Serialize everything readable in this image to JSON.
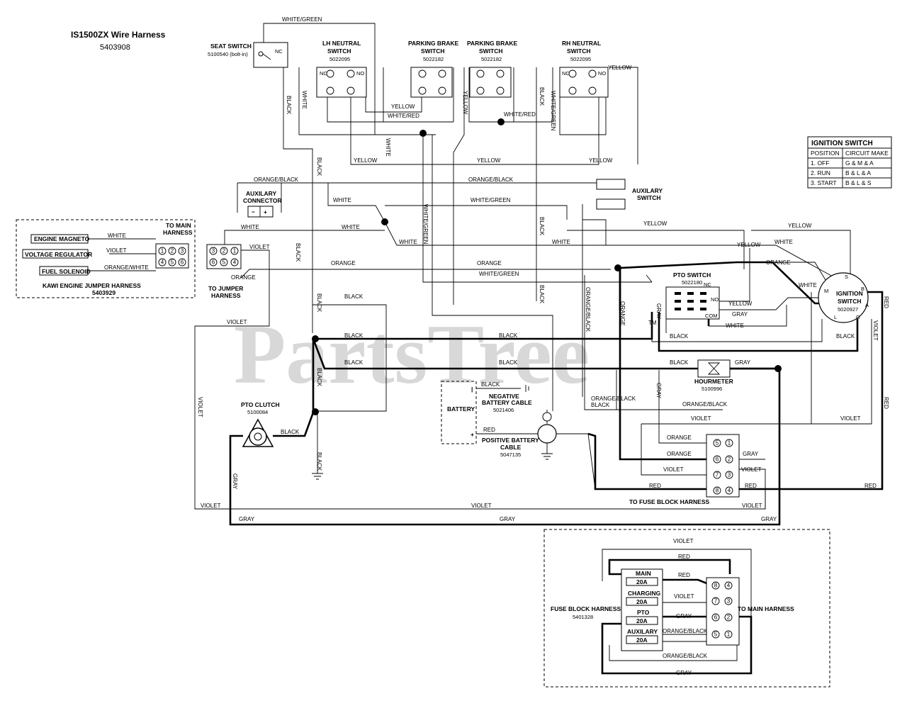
{
  "title": "IS1500ZX Wire Harness",
  "part_number": "5403908",
  "watermark": "PartsTree",
  "watermark_tm": "TM",
  "components": {
    "seat_switch": {
      "name": "SEAT SWITCH",
      "part": "5100540 (bolt-in)",
      "contact": "NC"
    },
    "lh_neutral": {
      "name1": "LH NEUTRAL",
      "name2": "SWITCH",
      "part": "5022095"
    },
    "parking_brake_1": {
      "name1": "PARKING BRAKE",
      "name2": "SWITCH",
      "part": "5022182"
    },
    "parking_brake_2": {
      "name1": "PARKING BRAKE",
      "name2": "SWITCH",
      "part": "5022182"
    },
    "rh_neutral": {
      "name1": "RH NEUTRAL",
      "name2": "SWITCH",
      "part": "5022095"
    },
    "aux_connector": {
      "name1": "AUXILARY",
      "name2": "CONNECTOR"
    },
    "aux_switch": {
      "name1": "AUXILARY",
      "name2": "SWITCH"
    },
    "to_main_harness": {
      "name1": "TO MAIN",
      "name2": "HARNESS"
    },
    "to_jumper_harness": {
      "name1": "TO JUMPER",
      "name2": "HARNESS"
    },
    "engine_magneto": "ENGINE MAGNETO",
    "voltage_regulator": "VOLTAGE REGULATOR",
    "fuel_solenoid": "FUEL SOLENOID",
    "kawi_harness": {
      "name": "KAWI ENGINE JUMPER HARNESS",
      "part": "5403929"
    },
    "pto_switch": {
      "name": "PTO SWITCH",
      "part": "5022180"
    },
    "ignition_switch": {
      "name1": "IGNITION",
      "name2": "SWITCH",
      "part": "5020927"
    },
    "hourmeter": {
      "name": "HOURMETER",
      "part": "5100996"
    },
    "pto_clutch": {
      "name": "PTO CLUTCH",
      "part": "5100084"
    },
    "battery": "BATTERY",
    "negative_cable": {
      "name1": "NEGATIVE",
      "name2": "BATTERY CABLE",
      "part": "5021406"
    },
    "positive_cable": {
      "name1": "POSITIVE BATTERY",
      "name2": "CABLE",
      "part": "5047135"
    },
    "to_fuse_block": "TO FUSE BLOCK HARNESS",
    "fuse_block": {
      "name": "FUSE BLOCK HARNESS",
      "part": "5401328",
      "to_main": "TO MAIN HARNESS"
    },
    "fuses": [
      {
        "name": "MAIN",
        "rating": "20A"
      },
      {
        "name": "CHARGING",
        "rating": "20A"
      },
      {
        "name": "PTO",
        "rating": "20A"
      },
      {
        "name": "AUXILARY",
        "rating": "20A"
      }
    ]
  },
  "ignition_table": {
    "title": "IGNITION SWITCH",
    "headers": [
      "POSITION",
      "CIRCUIT MAKE"
    ],
    "rows": [
      [
        "1. OFF",
        "G & M & A"
      ],
      [
        "2. RUN",
        "B & L & A"
      ],
      [
        "3. START",
        "B & L & S"
      ]
    ]
  },
  "wire_labels": {
    "white_green": "WHITE/GREEN",
    "white": "WHITE",
    "black": "BLACK",
    "yellow": "YELLOW",
    "white_red": "WHITE/RED",
    "orange_black": "ORANGE/BLACK",
    "orange": "ORANGE",
    "violet": "VIOLET",
    "orange_white": "ORANGE/WHITE",
    "gray": "GRAY",
    "red": "RED"
  },
  "pin_labels": {
    "nc": "NC",
    "no": "NO",
    "com": "COM",
    "minus": "−",
    "plus": "+",
    "ign_s": "S",
    "ign_b": "B",
    "ign_m": "M",
    "ign_a": "A",
    "ign_l": "L",
    "ign_g": "G",
    "batt_neg": "|",
    "batt_pos": "+"
  }
}
